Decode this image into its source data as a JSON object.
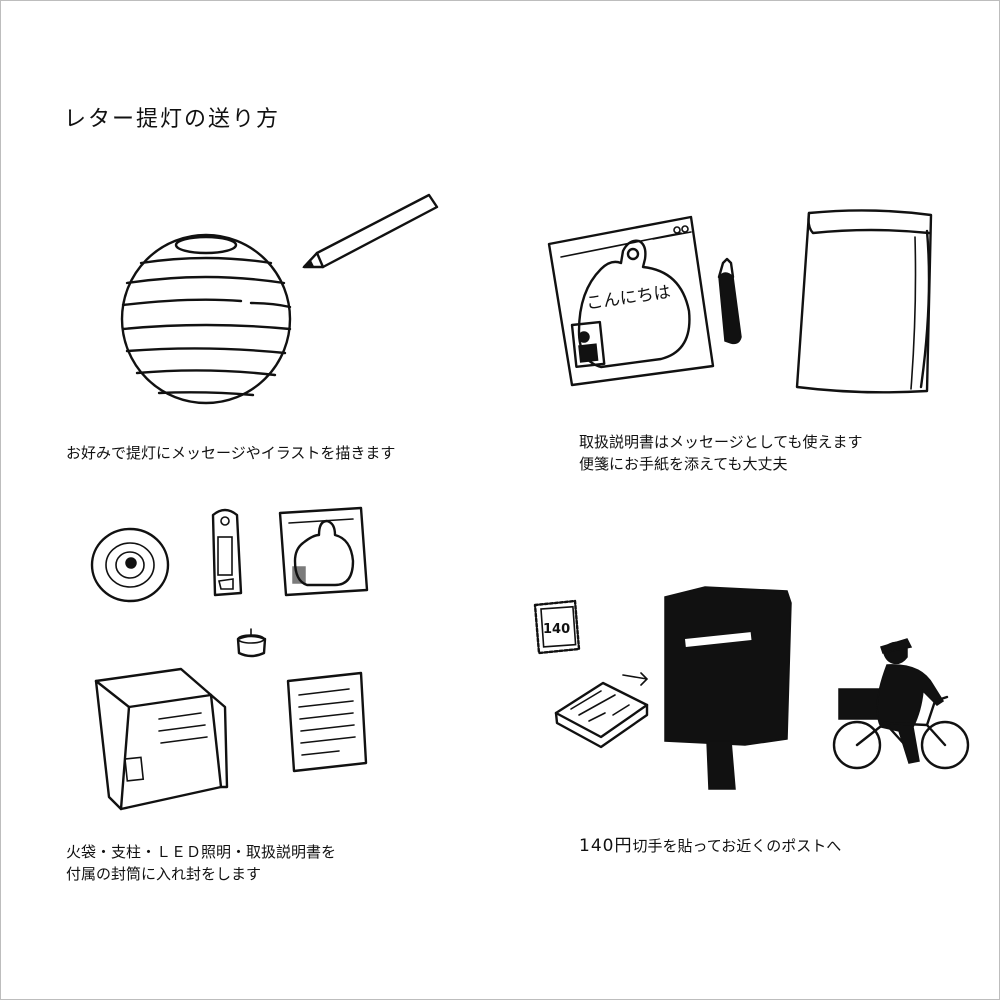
{
  "title": "レター提灯の送り方",
  "steps": [
    {
      "lines": [
        "お好みで提灯にメッセージやイラストを描きます"
      ]
    },
    {
      "lines": [
        "取扱説明書はメッセージとしても使えます",
        "便箋にお手紙を添えても大丈夫"
      ]
    },
    {
      "lines": [
        "火袋・支柱・ＬＥＤ照明・取扱説明書を",
        "付属の封筒に入れ封をします"
      ]
    },
    {
      "price": "140円",
      "rest": "切手を貼ってお近くのポストへ"
    }
  ],
  "illustration_text": {
    "card_message": "こんにちは",
    "stamp_value": "140"
  },
  "icons": [
    "lantern-icon",
    "pencil-icon",
    "instruction-card-icon",
    "fountain-pen-icon",
    "notepad-icon",
    "coil-icon",
    "stand-icon",
    "card-icon",
    "tealight-icon",
    "envelope-icon",
    "document-icon",
    "stamp-icon",
    "parcel-icon",
    "mailbox-icon",
    "delivery-bicycle-icon"
  ]
}
